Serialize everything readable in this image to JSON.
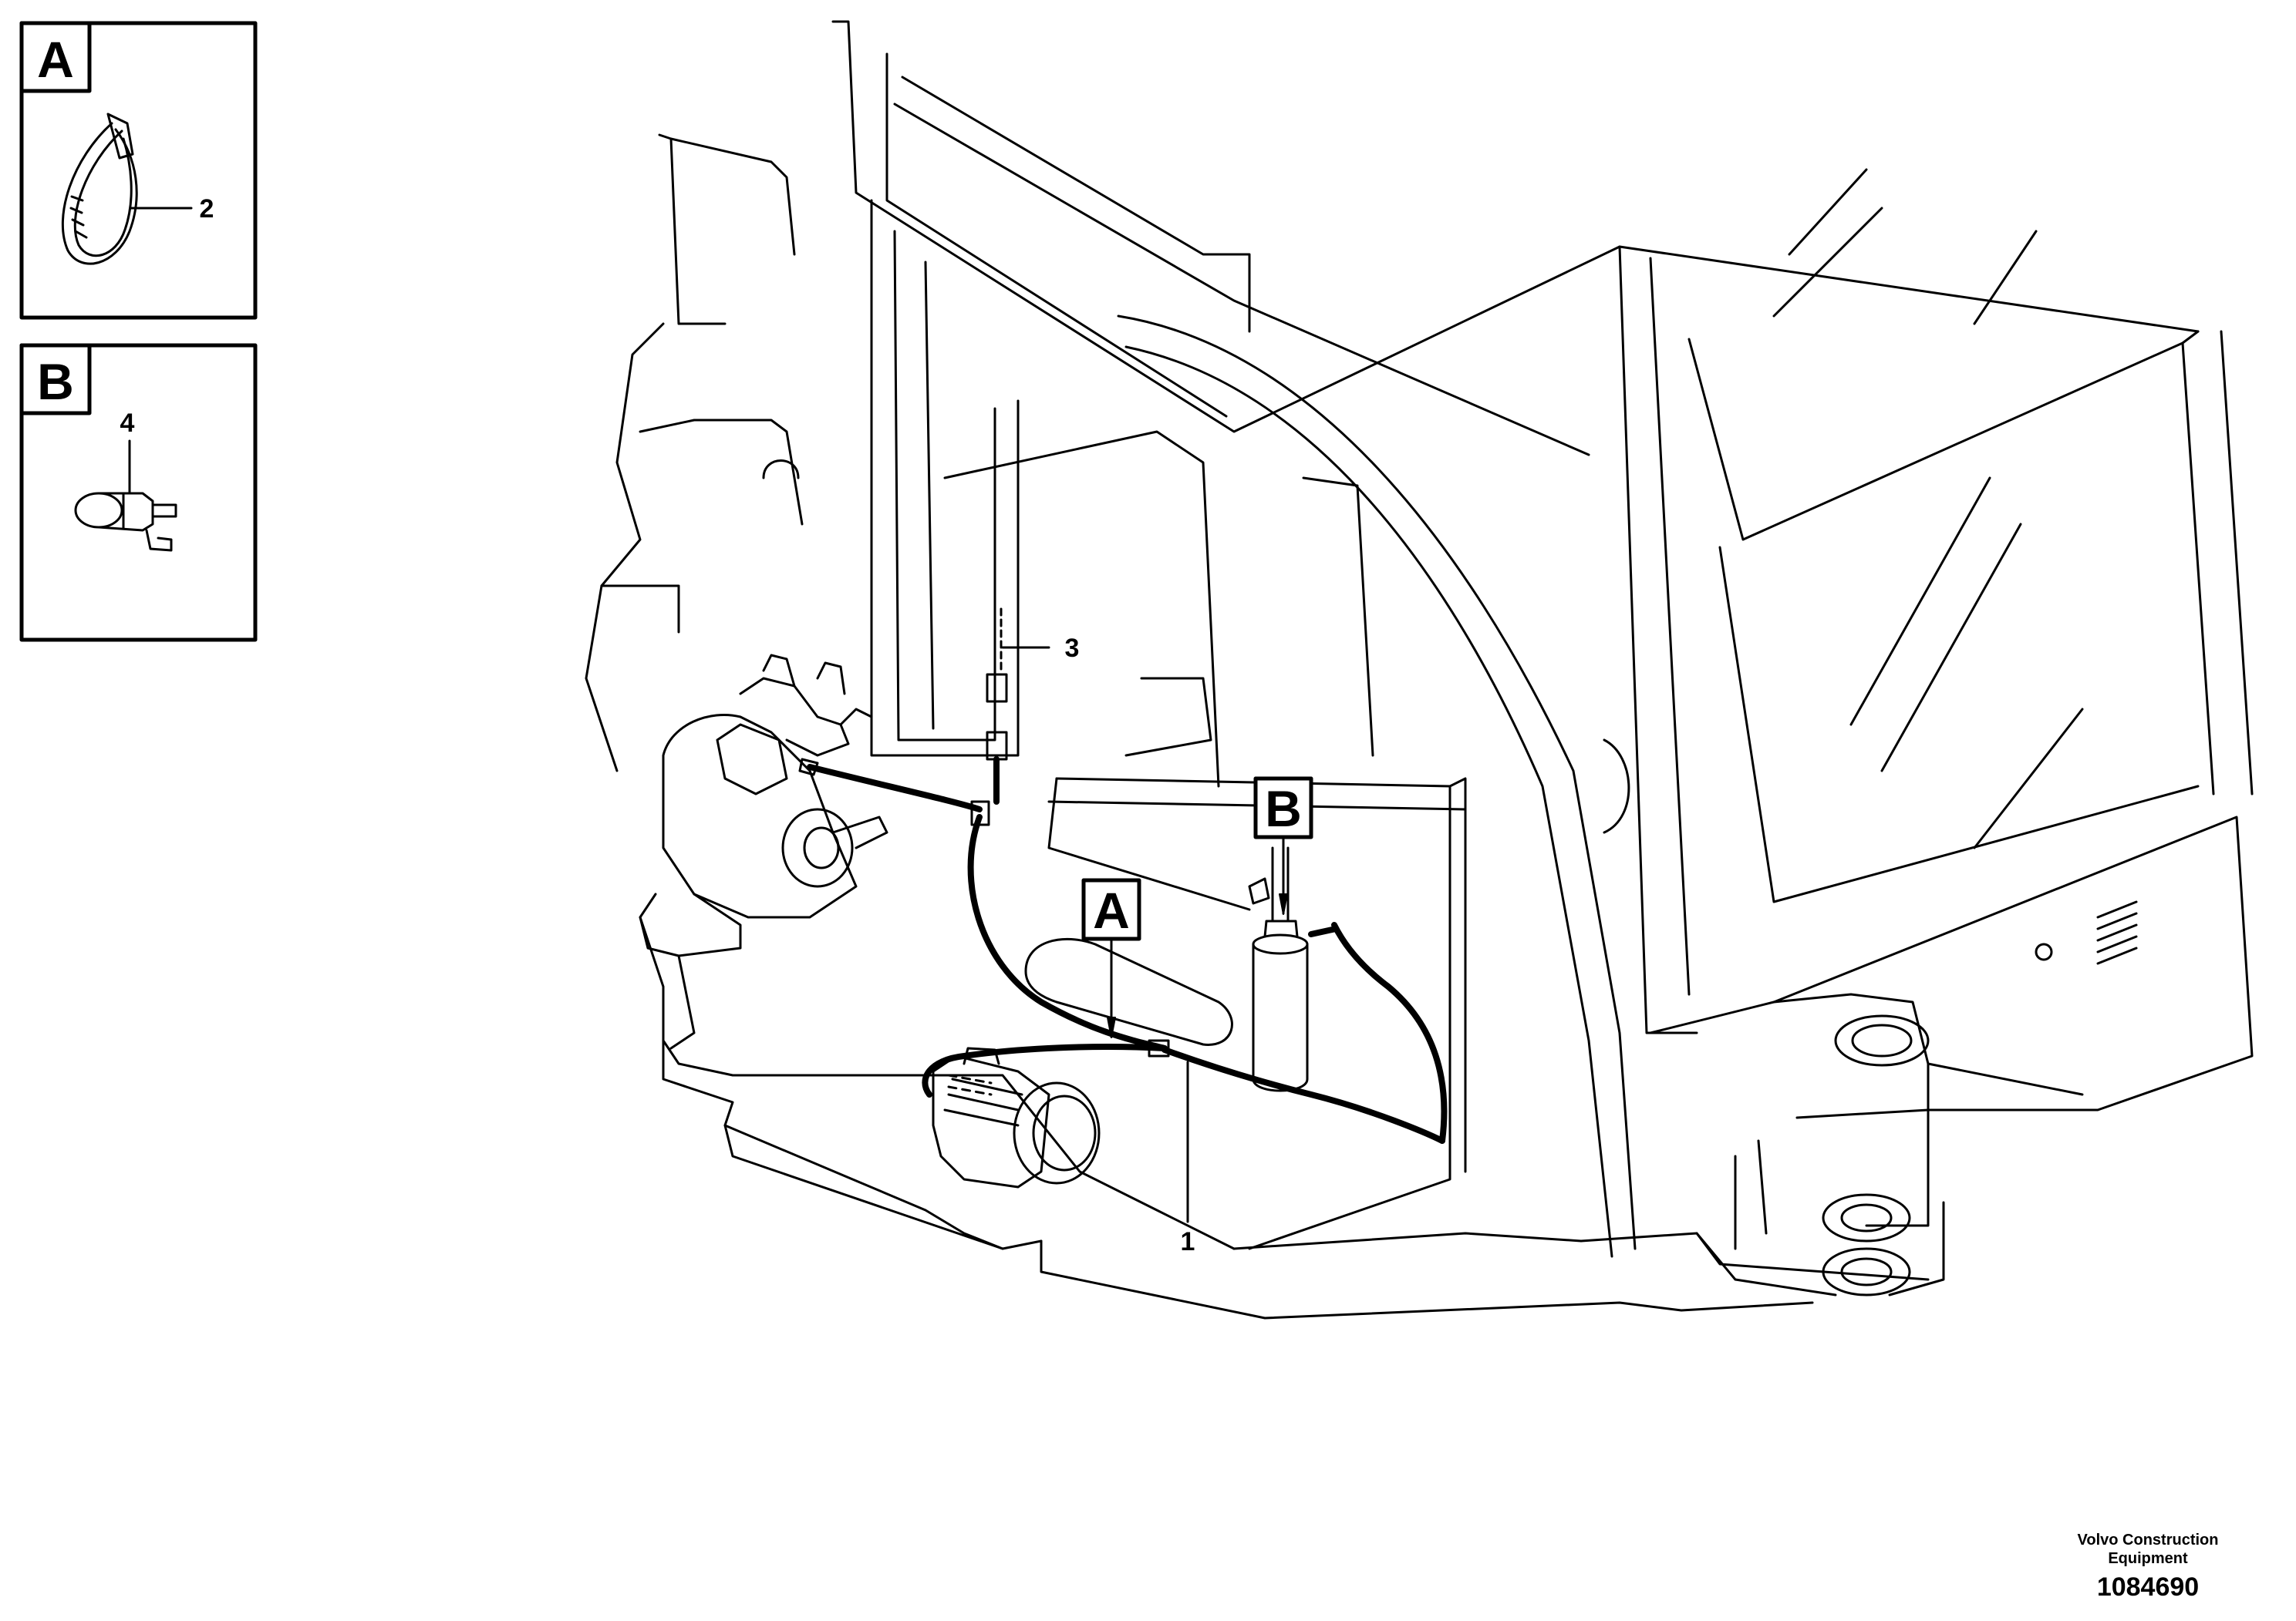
{
  "detail_boxes": [
    {
      "letter": "A",
      "item_number": "2",
      "part": "cable-tie"
    },
    {
      "letter": "B",
      "item_number": "4",
      "part": "pressure-switch"
    }
  ],
  "callouts": {
    "marker_a": "A",
    "marker_b": "B",
    "item_1": "1",
    "item_3": "3"
  },
  "footer": {
    "company_line1": "Volvo Construction",
    "company_line2": "Equipment",
    "drawing_number": "1084690"
  },
  "colors": {
    "line": "#000000",
    "background": "#ffffff"
  }
}
